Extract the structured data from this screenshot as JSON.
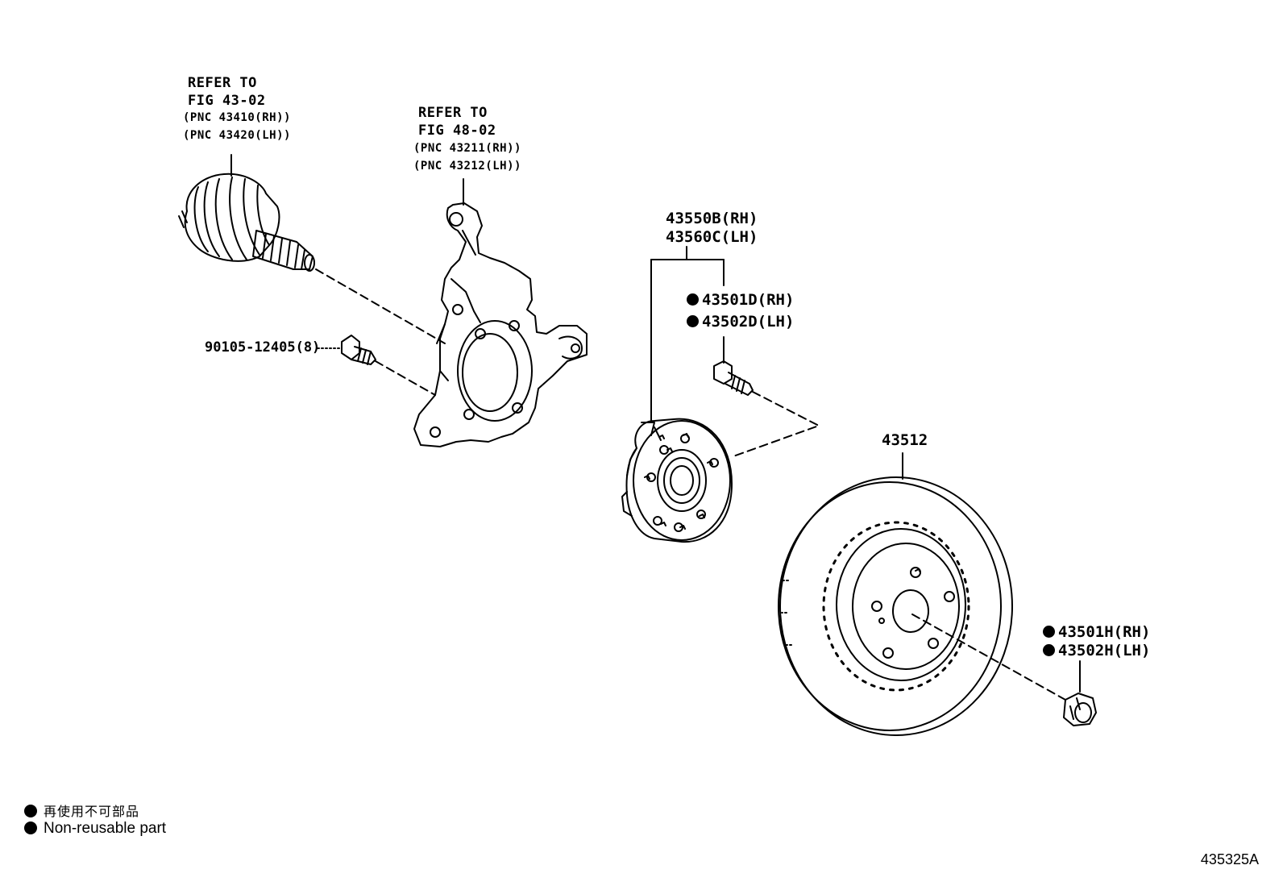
{
  "callouts": {
    "driveshaft": {
      "line1": "REFER TO",
      "line2": "FIG 43-02",
      "line3": "(PNC 43410(RH))",
      "line4": "(PNC 43420(LH))"
    },
    "knuckle": {
      "line1": "REFER TO",
      "line2": "FIG 48-02",
      "line3": "(PNC 43211(RH))",
      "line4": "(PNC 43212(LH))"
    },
    "bolt": "90105-12405(8)",
    "hub": {
      "rh": "43550B(RH)",
      "lh": "43560C(LH)"
    },
    "hub_bolt": {
      "rh": "43501D(RH)",
      "lh": "43502D(LH)"
    },
    "rotor": "43512",
    "nut": {
      "rh": "43501H(RH)",
      "lh": "43502H(LH)"
    }
  },
  "legend": {
    "japanese": "再使用不可部品",
    "english": "Non-reusable part"
  },
  "illustration_code": "435325A"
}
